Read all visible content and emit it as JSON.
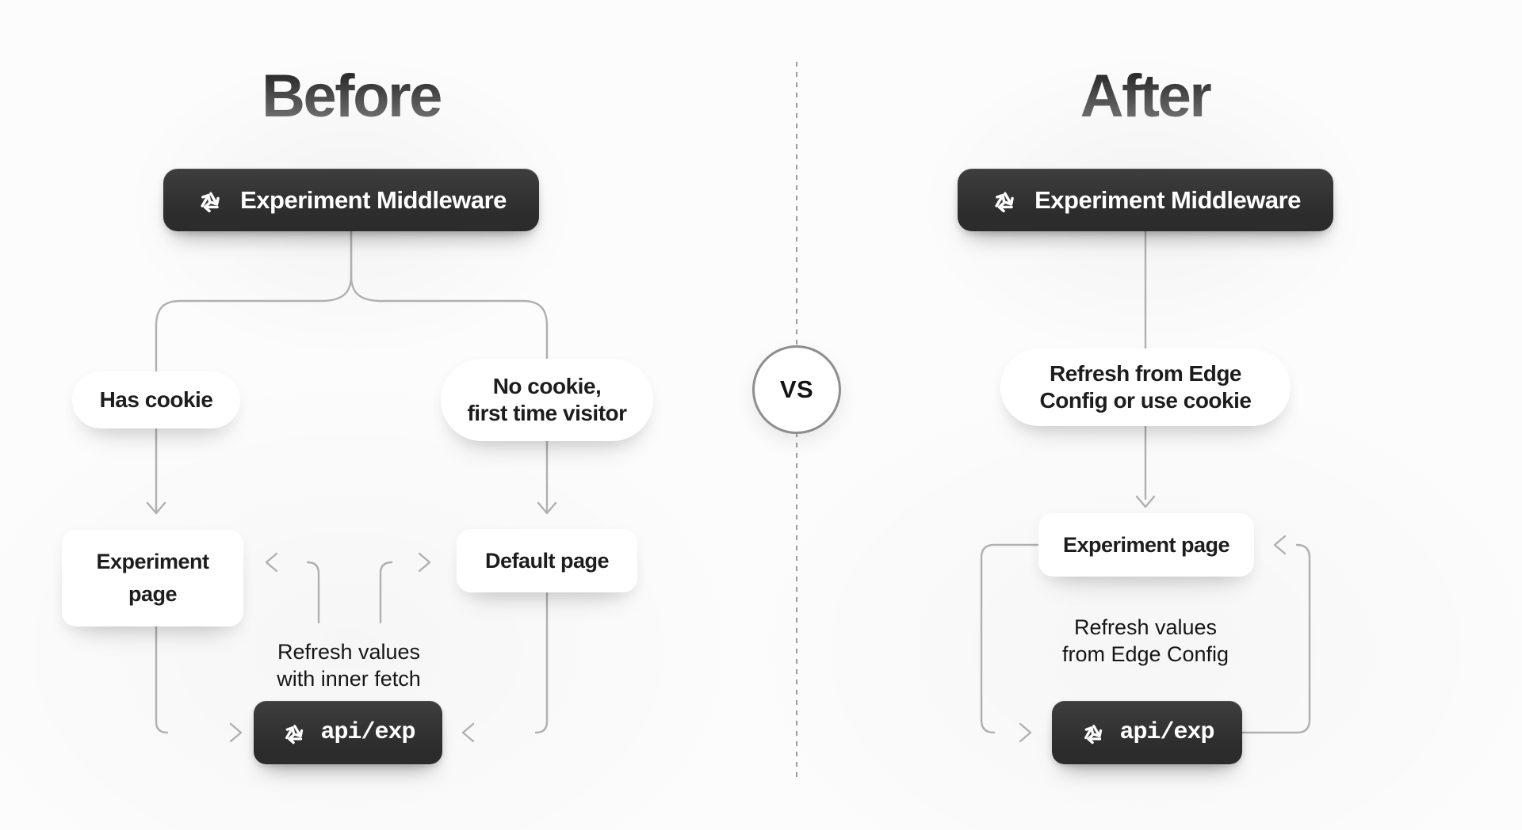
{
  "colors": {
    "background": "#fcfcfc",
    "connector": "#b0b0b0",
    "divider_dash": "#9b9b9b",
    "dark_button": "#303030",
    "card": "#ffffff",
    "text_dark": "#1d1d1d",
    "text_on_dark": "#ffffff",
    "vs_border": "#8e8e8e"
  },
  "icons": {
    "logo": "cycle-arrows-icon"
  },
  "before": {
    "title": "Before",
    "middleware_label": "Experiment Middleware",
    "has_cookie_label": "Has cookie",
    "no_cookie_line1": "No cookie,",
    "no_cookie_line2": "first time visitor",
    "experiment_page_line1": "Experiment",
    "experiment_page_line2": "page",
    "default_page_label": "Default page",
    "note_line1": "Refresh values",
    "note_line2": "with inner fetch",
    "api_label": "api/exp"
  },
  "divider": {
    "vs_label": "VS"
  },
  "after": {
    "title": "After",
    "middleware_label": "Experiment Middleware",
    "pill_line1": "Refresh from Edge",
    "pill_line2": "Config or use cookie",
    "experiment_page_label": "Experiment page",
    "note_line1": "Refresh values",
    "note_line2": "from Edge Config",
    "api_label": "api/exp"
  }
}
